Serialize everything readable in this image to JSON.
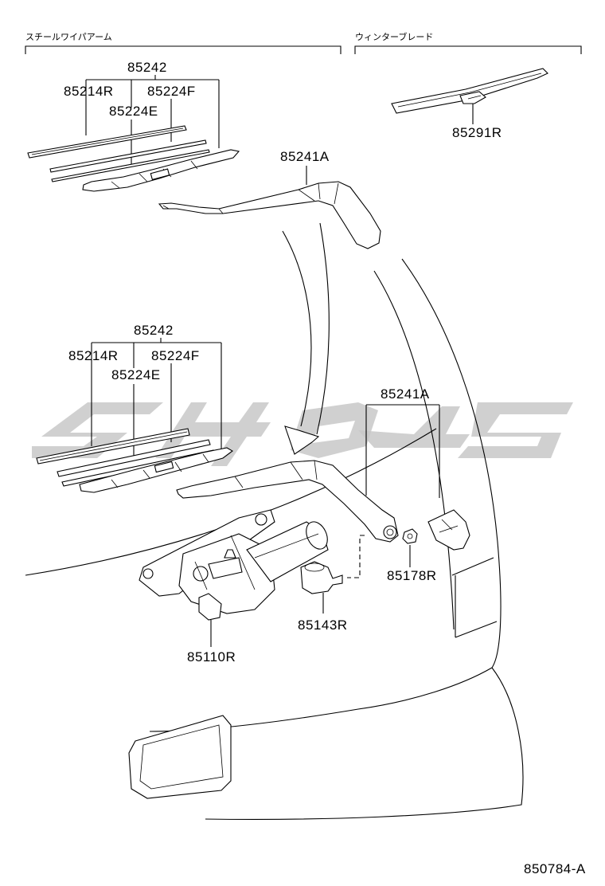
{
  "sections": {
    "steel_wiper_arm": "スチールワイパアーム",
    "winter_blade": "ウィンターブレード"
  },
  "labels": {
    "top_assembly": "85242",
    "top_refill": "85214R",
    "top_insert_f": "85224F",
    "top_insert_e": "85224E",
    "top_arm": "85241A",
    "winter_blade": "85291R",
    "mid_assembly": "85242",
    "mid_refill": "85214R",
    "mid_insert_f": "85224F",
    "mid_insert_e": "85224E",
    "mid_arm": "85241A",
    "nut": "85178R",
    "grommet": "85143R",
    "motor": "85110R"
  },
  "diagram_code": "850784-A",
  "colors": {
    "line": "#000000",
    "watermark": "#c8c8c8",
    "background": "#ffffff"
  }
}
